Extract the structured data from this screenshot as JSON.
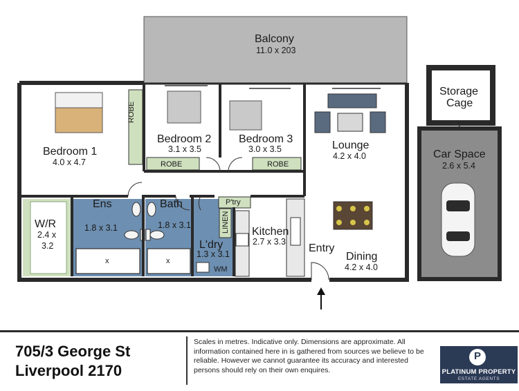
{
  "rooms": {
    "balcony": {
      "name": "Balcony",
      "dim": "11.0 x 203"
    },
    "bed1": {
      "name": "Bedroom 1",
      "dim": "4.0 x 4.7"
    },
    "bed2": {
      "name": "Bedroom 2",
      "dim": "3.1 x 3.5"
    },
    "bed3": {
      "name": "Bedroom 3",
      "dim": "3.0 x 3.5"
    },
    "lounge": {
      "name": "Lounge",
      "dim": "4.2 x 4.0"
    },
    "wr": {
      "name": "W/R",
      "dim1": "2.4 x",
      "dim2": "3.2"
    },
    "ens": {
      "name": "Ens",
      "dim": "1.8 x 3.1"
    },
    "bath": {
      "name": "Bath",
      "dim": "1.8 x 3.1"
    },
    "ldry": {
      "name": "L'dry",
      "dim": "1.3 x 3.1"
    },
    "kitchen": {
      "name": "Kitchen",
      "dim": "2.7 x 3.3"
    },
    "dining": {
      "name": "Dining",
      "dim": "4.2 x 4.0"
    },
    "storage": {
      "name1": "Storage",
      "name2": "Cage"
    },
    "carspace": {
      "name": "Car Space",
      "dim": "2.6 x 5.4"
    }
  },
  "fixtures": {
    "robe": "ROBE",
    "linen": "LINEN",
    "pantry": "P'try",
    "wm": "WM",
    "x": "x",
    "entry": "Entry"
  },
  "footer": {
    "address_line1": "705/3 George St",
    "address_line2": "Liverpool 2170",
    "disclaimer": "Scales in metres. Indicative only. Dimensions are approximate. All information contained here in is gathered from sources we believe to be reliable. However we cannot guarantee its accuracy and interested persons should rely on their own enquires.",
    "logo_title": "PLATINUM PROPERTY",
    "logo_subtitle": "ESTATE AGENTS",
    "logo_mark": "P"
  },
  "colors": {
    "wall": "#2a2a2a",
    "balcony": "#b8b8b8",
    "wet_area": "#6d8fb1",
    "robe_green": "#cfe0bf",
    "car_space": "#8c8c8c"
  }
}
